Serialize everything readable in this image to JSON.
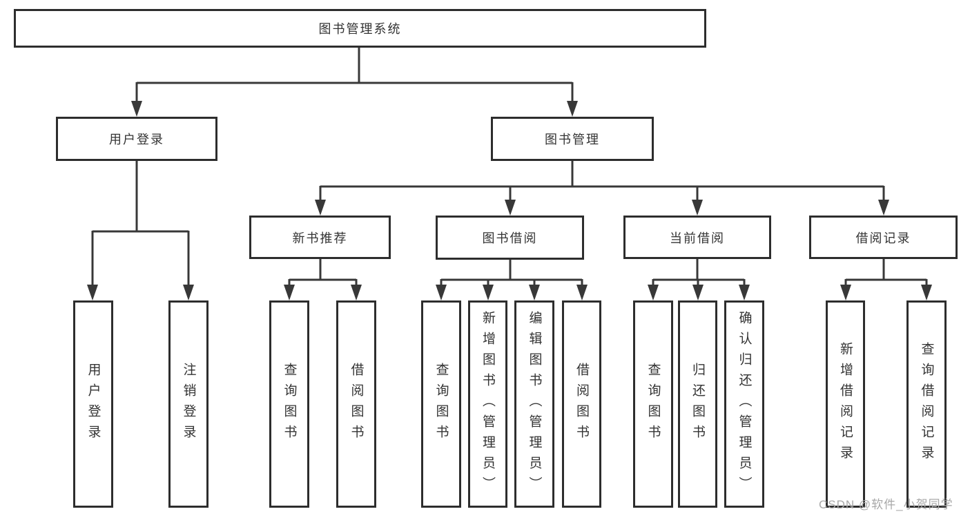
{
  "diagram": {
    "root": {
      "label": "图书管理系统"
    },
    "level2": {
      "user_login": {
        "label": "用户登录"
      },
      "book_mgmt": {
        "label": "图书管理"
      }
    },
    "level3": {
      "new_book_rec": {
        "label": "新书推荐"
      },
      "book_borrow": {
        "label": "图书借阅"
      },
      "current_borrow": {
        "label": "当前借阅"
      },
      "borrow_record": {
        "label": "借阅记录"
      }
    },
    "leaves": {
      "user_login_action": {
        "label": "用户登录"
      },
      "logout_action": {
        "label": "注销登录"
      },
      "rec_query_books": {
        "label": "查询图书"
      },
      "rec_borrow_books": {
        "label": "借阅图书"
      },
      "borrow_query_books": {
        "label": "查询图书"
      },
      "borrow_add_books": {
        "label": "新增图书（管理员）"
      },
      "borrow_edit_books": {
        "label": "编辑图书（管理员）"
      },
      "borrow_borrow_books": {
        "label": "借阅图书"
      },
      "current_query_books": {
        "label": "查询图书"
      },
      "current_return_books": {
        "label": "归还图书"
      },
      "current_confirm_return": {
        "label": "确认归还（管理员）"
      },
      "record_add": {
        "label": "新增借阅记录"
      },
      "record_query": {
        "label": "查询借阅记录"
      }
    }
  },
  "watermark": {
    "text": "CSDN @软件_小贺同学"
  },
  "colors": {
    "line": "#383838",
    "border": "#2d2d2d",
    "text": "#333333",
    "watermark": "#a8a8a8",
    "background": "#ffffff"
  }
}
